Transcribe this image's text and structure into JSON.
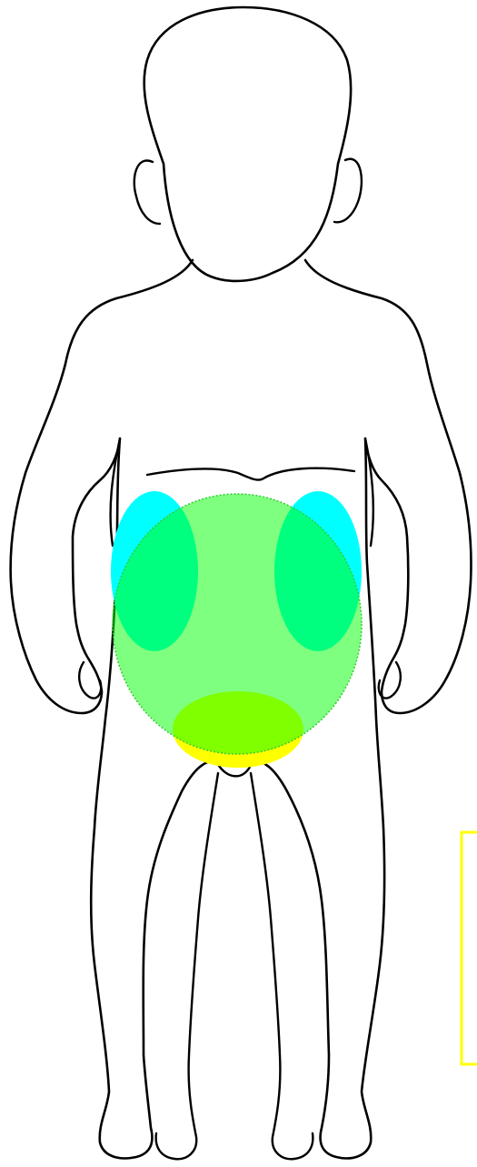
{
  "figure": {
    "subject": "child-body-outline-front-view",
    "outline_color": "#000000",
    "background_color": "#ffffff"
  },
  "regions": [
    {
      "name": "lower-abdomen",
      "color": "#00ff00",
      "opacity": 0.5,
      "border": "dotted"
    },
    {
      "name": "left-flank",
      "color": "#00ffff",
      "opacity": 1.0
    },
    {
      "name": "right-flank",
      "color": "#00ffff",
      "opacity": 1.0
    },
    {
      "name": "suprapubic",
      "color": "#ffff00",
      "opacity": 1.0
    }
  ],
  "legend_box": {
    "border_color": "#ffff00",
    "label": ""
  }
}
